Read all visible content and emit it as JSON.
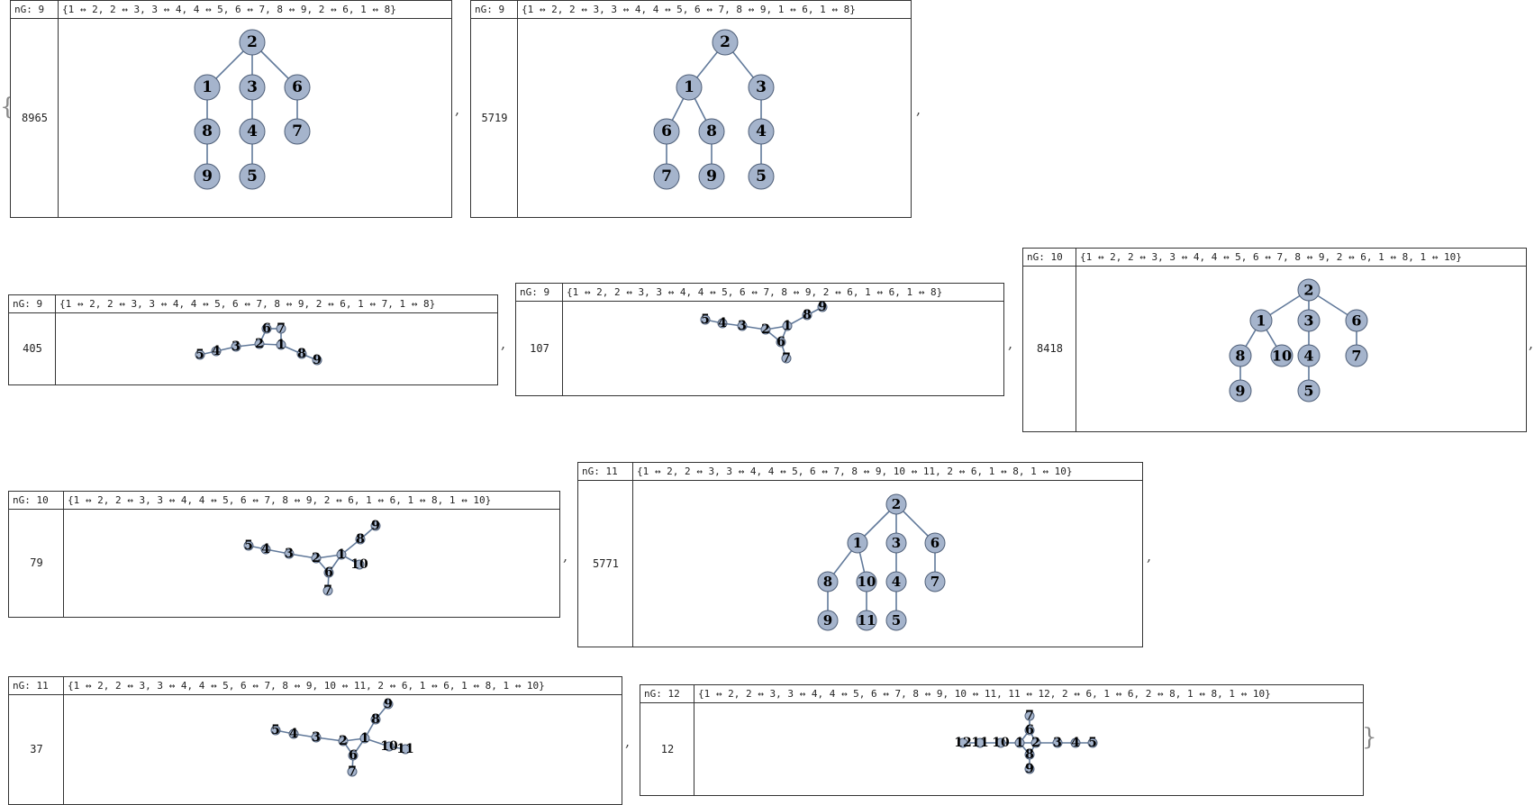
{
  "list": {
    "open_brace": "{",
    "close_brace": "}",
    "separator": ","
  },
  "cards": [
    {
      "ng": "nG: 9",
      "edges": "{1 ↔ 2, 2 ↔ 3, 3 ↔ 4, 4 ↔ 5, 6 ↔ 7, 8 ↔ 9, 2 ↔ 6, 1 ↔ 8}",
      "count": "8965",
      "graph": {
        "nodes": [
          "1",
          "2",
          "3",
          "4",
          "5",
          "6",
          "7",
          "8",
          "9"
        ],
        "edges": [
          [
            "1",
            "2"
          ],
          [
            "2",
            "3"
          ],
          [
            "3",
            "4"
          ],
          [
            "4",
            "5"
          ],
          [
            "6",
            "7"
          ],
          [
            "8",
            "9"
          ],
          [
            "2",
            "6"
          ],
          [
            "1",
            "8"
          ]
        ]
      }
    },
    {
      "ng": "nG: 9",
      "edges": "{1 ↔ 2, 2 ↔ 3, 3 ↔ 4, 4 ↔ 5, 6 ↔ 7, 8 ↔ 9, 1 ↔ 6, 1 ↔ 8}",
      "count": "5719",
      "graph": {
        "nodes": [
          "1",
          "2",
          "3",
          "4",
          "5",
          "6",
          "7",
          "8",
          "9"
        ],
        "edges": [
          [
            "1",
            "2"
          ],
          [
            "2",
            "3"
          ],
          [
            "3",
            "4"
          ],
          [
            "4",
            "5"
          ],
          [
            "6",
            "7"
          ],
          [
            "8",
            "9"
          ],
          [
            "1",
            "6"
          ],
          [
            "1",
            "8"
          ]
        ]
      }
    },
    {
      "ng": "nG: 9",
      "edges": "{1 ↔ 2, 2 ↔ 3, 3 ↔ 4, 4 ↔ 5, 6 ↔ 7, 8 ↔ 9, 2 ↔ 6, 1 ↔ 7, 1 ↔ 8}",
      "count": "405",
      "graph": {
        "nodes": [
          "1",
          "2",
          "3",
          "4",
          "5",
          "6",
          "7",
          "8",
          "9"
        ],
        "edges": [
          [
            "1",
            "2"
          ],
          [
            "2",
            "3"
          ],
          [
            "3",
            "4"
          ],
          [
            "4",
            "5"
          ],
          [
            "6",
            "7"
          ],
          [
            "8",
            "9"
          ],
          [
            "2",
            "6"
          ],
          [
            "1",
            "7"
          ],
          [
            "1",
            "8"
          ]
        ]
      }
    },
    {
      "ng": "nG: 9",
      "edges": "{1 ↔ 2, 2 ↔ 3, 3 ↔ 4, 4 ↔ 5, 6 ↔ 7, 8 ↔ 9, 2 ↔ 6, 1 ↔ 6, 1 ↔ 8}",
      "count": "107",
      "graph": {
        "nodes": [
          "1",
          "2",
          "3",
          "4",
          "5",
          "6",
          "7",
          "8",
          "9"
        ],
        "edges": [
          [
            "1",
            "2"
          ],
          [
            "2",
            "3"
          ],
          [
            "3",
            "4"
          ],
          [
            "4",
            "5"
          ],
          [
            "6",
            "7"
          ],
          [
            "8",
            "9"
          ],
          [
            "2",
            "6"
          ],
          [
            "1",
            "6"
          ],
          [
            "1",
            "8"
          ]
        ]
      }
    },
    {
      "ng": "nG: 10",
      "edges": "{1 ↔ 2, 2 ↔ 3, 3 ↔ 4, 4 ↔ 5, 6 ↔ 7, 8 ↔ 9, 2 ↔ 6, 1 ↔ 8, 1 ↔ 10}",
      "count": "8418",
      "graph": {
        "nodes": [
          "1",
          "2",
          "3",
          "4",
          "5",
          "6",
          "7",
          "8",
          "9",
          "10"
        ],
        "edges": [
          [
            "1",
            "2"
          ],
          [
            "2",
            "3"
          ],
          [
            "3",
            "4"
          ],
          [
            "4",
            "5"
          ],
          [
            "6",
            "7"
          ],
          [
            "8",
            "9"
          ],
          [
            "2",
            "6"
          ],
          [
            "1",
            "8"
          ],
          [
            "1",
            "10"
          ]
        ]
      }
    },
    {
      "ng": "nG: 10",
      "edges": "{1 ↔ 2, 2 ↔ 3, 3 ↔ 4, 4 ↔ 5, 6 ↔ 7, 8 ↔ 9, 2 ↔ 6, 1 ↔ 6, 1 ↔ 8, 1 ↔ 10}",
      "count": "79",
      "graph": {
        "nodes": [
          "1",
          "2",
          "3",
          "4",
          "5",
          "6",
          "7",
          "8",
          "9",
          "10"
        ],
        "edges": [
          [
            "1",
            "2"
          ],
          [
            "2",
            "3"
          ],
          [
            "3",
            "4"
          ],
          [
            "4",
            "5"
          ],
          [
            "6",
            "7"
          ],
          [
            "8",
            "9"
          ],
          [
            "2",
            "6"
          ],
          [
            "1",
            "6"
          ],
          [
            "1",
            "8"
          ],
          [
            "1",
            "10"
          ]
        ]
      }
    },
    {
      "ng": "nG: 11",
      "edges": "{1 ↔ 2, 2 ↔ 3, 3 ↔ 4, 4 ↔ 5, 6 ↔ 7, 8 ↔ 9, 10 ↔ 11, 2 ↔ 6, 1 ↔ 8, 1 ↔ 10}",
      "count": "5771",
      "graph": {
        "nodes": [
          "1",
          "2",
          "3",
          "4",
          "5",
          "6",
          "7",
          "8",
          "9",
          "10",
          "11"
        ],
        "edges": [
          [
            "1",
            "2"
          ],
          [
            "2",
            "3"
          ],
          [
            "3",
            "4"
          ],
          [
            "4",
            "5"
          ],
          [
            "6",
            "7"
          ],
          [
            "8",
            "9"
          ],
          [
            "10",
            "11"
          ],
          [
            "2",
            "6"
          ],
          [
            "1",
            "8"
          ],
          [
            "1",
            "10"
          ]
        ]
      }
    },
    {
      "ng": "nG: 11",
      "edges": "{1 ↔ 2, 2 ↔ 3, 3 ↔ 4, 4 ↔ 5, 6 ↔ 7, 8 ↔ 9, 10 ↔ 11, 2 ↔ 6, 1 ↔ 6, 1 ↔ 8, 1 ↔ 10}",
      "count": "37",
      "graph": {
        "nodes": [
          "1",
          "2",
          "3",
          "4",
          "5",
          "6",
          "7",
          "8",
          "9",
          "10",
          "11"
        ],
        "edges": [
          [
            "1",
            "2"
          ],
          [
            "2",
            "3"
          ],
          [
            "3",
            "4"
          ],
          [
            "4",
            "5"
          ],
          [
            "6",
            "7"
          ],
          [
            "8",
            "9"
          ],
          [
            "10",
            "11"
          ],
          [
            "2",
            "6"
          ],
          [
            "1",
            "6"
          ],
          [
            "1",
            "8"
          ],
          [
            "1",
            "10"
          ]
        ]
      }
    },
    {
      "ng": "nG: 12",
      "edges": "{1 ↔ 2, 2 ↔ 3, 3 ↔ 4, 4 ↔ 5, 6 ↔ 7, 8 ↔ 9, 10 ↔ 11, 11 ↔ 12, 2 ↔ 6, 1 ↔ 6, 2 ↔ 8, 1 ↔ 8, 1 ↔ 10}",
      "count": "12",
      "graph": {
        "nodes": [
          "1",
          "2",
          "3",
          "4",
          "5",
          "6",
          "7",
          "8",
          "9",
          "10",
          "11",
          "12"
        ],
        "edges": [
          [
            "1",
            "2"
          ],
          [
            "2",
            "3"
          ],
          [
            "3",
            "4"
          ],
          [
            "4",
            "5"
          ],
          [
            "6",
            "7"
          ],
          [
            "8",
            "9"
          ],
          [
            "10",
            "11"
          ],
          [
            "11",
            "12"
          ],
          [
            "2",
            "6"
          ],
          [
            "1",
            "6"
          ],
          [
            "2",
            "8"
          ],
          [
            "1",
            "8"
          ],
          [
            "1",
            "10"
          ]
        ]
      }
    }
  ]
}
